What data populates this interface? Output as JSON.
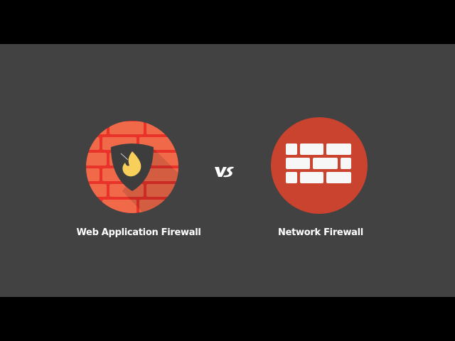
{
  "comparison": {
    "left": {
      "label": "Web Application Firewall",
      "icon": "shield-flame-brick-wall-icon",
      "colors": {
        "circle": "#f06a4a",
        "mortar": "#e8322a",
        "shield": "#3d3d3d",
        "flame": "#f7cf5a"
      }
    },
    "separator": {
      "label": "vs",
      "color": "#ffffff"
    },
    "right": {
      "label": "Network Firewall",
      "icon": "brick-wall-icon",
      "colors": {
        "circle": "#c9432f",
        "bricks": "#f7f7f7"
      }
    }
  },
  "colors": {
    "background": "#424242",
    "letterbox": "#000000"
  }
}
